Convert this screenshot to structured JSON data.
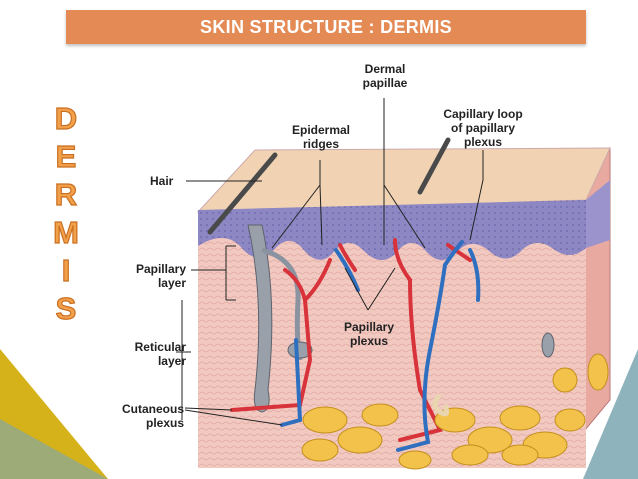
{
  "title": "SKIN STRUCTURE : DERMIS",
  "side_letters": [
    "D",
    "E",
    "R",
    "M",
    "I",
    "S"
  ],
  "labels": {
    "hair": "Hair",
    "papillary_layer": [
      "Papillary",
      "layer"
    ],
    "reticular_layer": [
      "Reticular",
      "layer"
    ],
    "cutaneous_plexus": [
      "Cutaneous",
      "plexus"
    ],
    "epidermal_ridges": [
      "Epidermal",
      "ridges"
    ],
    "dermal_papillae": [
      "Dermal",
      "papillae"
    ],
    "capillary_loop": [
      "Capillary loop",
      "of papillary",
      "plexus"
    ],
    "papillary_plexus": [
      "Papillary",
      "plexus"
    ]
  },
  "colors": {
    "title_bar": "#e48a55",
    "letters": "#f3a04a",
    "dermis": "#f2c9c0",
    "epidermis": "#8d87c4",
    "fat": "#f2c24a",
    "artery": "#d8333a",
    "vein": "#2f6fc0"
  }
}
